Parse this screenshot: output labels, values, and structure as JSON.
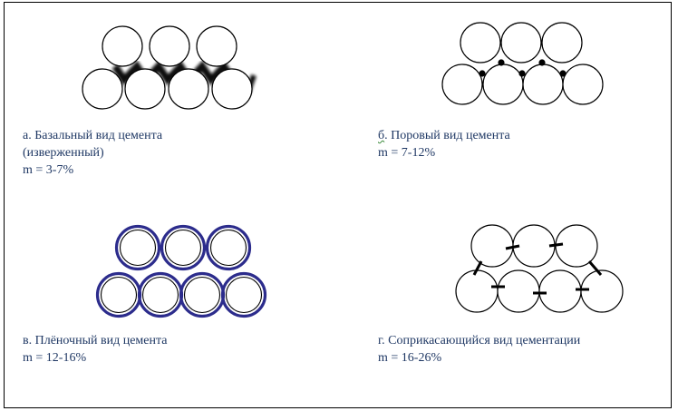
{
  "panels": {
    "a": {
      "label": "а. Базальный вид цемента",
      "label2": "(изверженный)",
      "m": "m = 3-7%"
    },
    "b": {
      "label_prefix": "б",
      "label_rest": ". Поровый вид цемента",
      "m": "m = 7-12%"
    },
    "c": {
      "label": "в. Плёночный вид цемента",
      "m": "m = 12-16%"
    },
    "d": {
      "label": "г. Соприкасающийся вид цементации",
      "m": "m = 16-26%"
    }
  },
  "colors": {
    "caption": "#1f3864",
    "film": "#2c2c8c",
    "outline": "#000000"
  }
}
